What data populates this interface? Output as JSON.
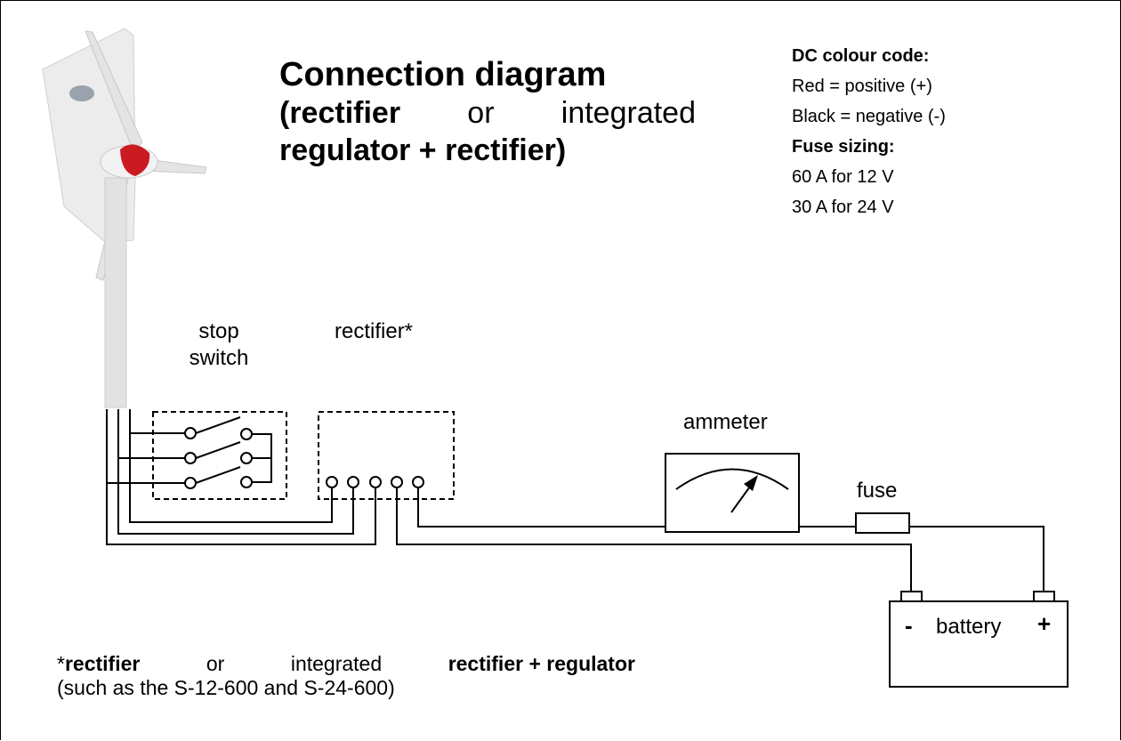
{
  "title": "Connection diagram",
  "subtitle": {
    "open_paren_bold": "(rectifier",
    "or": "or",
    "integrated": "integrated",
    "line2_bold": "regulator + rectifier)"
  },
  "legend": {
    "heading1": "DC colour code:",
    "red": "Red = positive (+)",
    "black": "Black = negative (-)",
    "heading2": "Fuse sizing:",
    "fuse12": "60 A for 12 V",
    "fuse24": "30 A for 24 V"
  },
  "labels": {
    "stop_switch_line1": "stop",
    "stop_switch_line2": "switch",
    "rectifier": "rectifier*",
    "ammeter": "ammeter",
    "fuse": "fuse",
    "battery": "battery",
    "battery_minus": "-",
    "battery_plus": "+"
  },
  "footnote": {
    "p1_star": "*",
    "p1_bold1": "rectifier",
    "p1_mid1": "or",
    "p1_mid2": "integrated",
    "p1_bold2": "rectifier + regulator",
    "line2": "(such as the S-12-600 and S-24-600)"
  },
  "colors": {
    "turbine_hub": "#cc1a22",
    "turbine_body": "#e6e6e6"
  }
}
